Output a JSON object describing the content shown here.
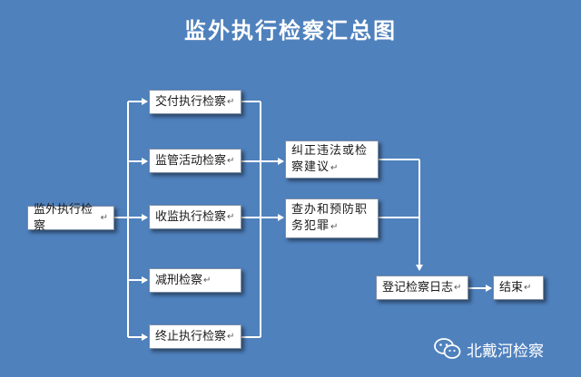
{
  "title": "监外执行检察汇总图",
  "return_mark": "↵",
  "nodes": {
    "root": "监外执行检察",
    "delivery": "交付执行检察",
    "supervision": "监管活动检察",
    "custody": "收监执行检察",
    "commutation": "减刑检察",
    "termination": "终止执行检察",
    "correction": "纠正违法或检察建议",
    "investigation": "查办和预防职务犯罪",
    "registration": "登记检察日志",
    "end": "结束"
  },
  "watermark": "北戴河检察",
  "colors": {
    "background": "#4f81bd",
    "line": "#ffffff",
    "box": "#ffffff"
  }
}
